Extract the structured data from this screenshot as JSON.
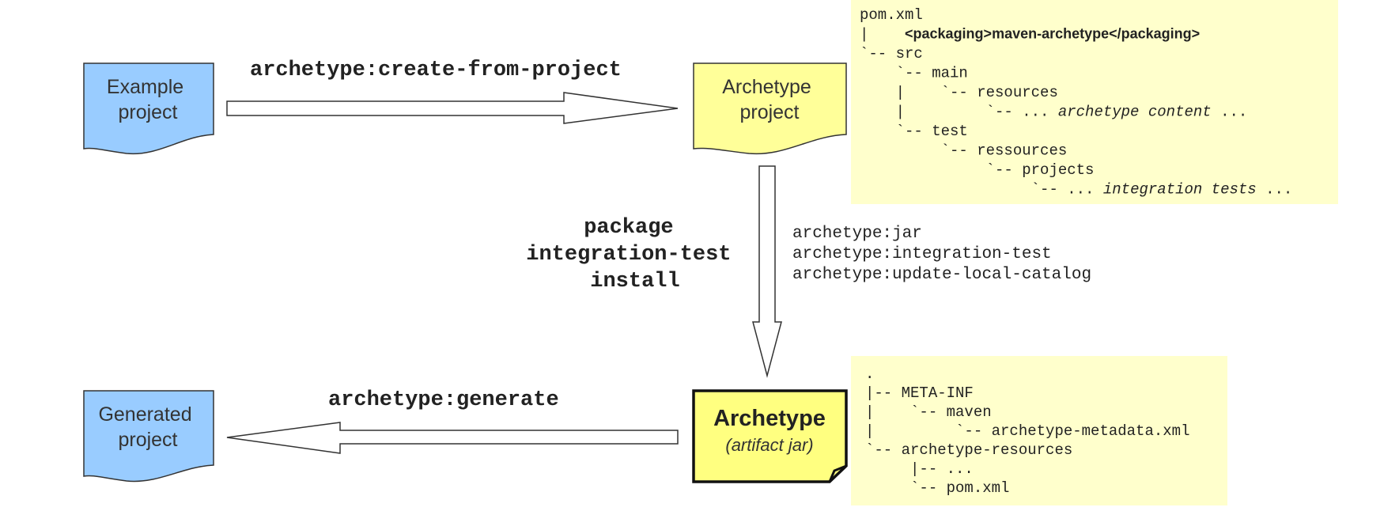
{
  "nodes": {
    "example": [
      "Example",
      "project"
    ],
    "archetype_project": [
      "Archetype",
      "project"
    ],
    "generated": [
      "Generated",
      "project"
    ],
    "artifact": {
      "title": "Archetype",
      "subtitle": "(artifact jar)"
    }
  },
  "arrows": {
    "create": "archetype:create-from-project",
    "generate": "archetype:generate",
    "build_phases": [
      "package",
      "integration-test",
      "install"
    ],
    "build_goals": [
      "archetype:jar",
      "archetype:integration-test",
      "archetype:update-local-catalog"
    ]
  },
  "project_tree": {
    "lines": [
      [
        {
          "t": "pom.xml"
        }
      ],
      [
        {
          "t": "|    "
        },
        {
          "t": "<packaging>maven-archetype</packaging>",
          "s": "bold"
        }
      ],
      [
        {
          "t": "`-- src"
        }
      ],
      [
        {
          "t": "    `-- main"
        }
      ],
      [
        {
          "t": "    |    `-- resources"
        }
      ],
      [
        {
          "t": "    |         `-- ... "
        },
        {
          "t": "archetype content",
          "s": "italic"
        },
        {
          "t": " ..."
        }
      ],
      [
        {
          "t": "    `-- test"
        }
      ],
      [
        {
          "t": "         `-- ressources"
        }
      ],
      [
        {
          "t": "              `-- projects"
        }
      ],
      [
        {
          "t": "                   `-- ... "
        },
        {
          "t": "integration tests",
          "s": "italic"
        },
        {
          "t": " ..."
        }
      ]
    ]
  },
  "jar_tree": {
    "lines": [
      ".",
      "|-- META-INF",
      "|    `-- maven",
      "|         `-- archetype-metadata.xml",
      "`-- archetype-resources",
      "     |-- ...",
      "     `-- pom.xml"
    ]
  },
  "colors": {
    "blue_doc": "#99ccff",
    "yellow_doc": "#ffff99",
    "artifact_fill": "#ffff80",
    "note_bg": "#ffffcc",
    "stroke": "#333333"
  }
}
